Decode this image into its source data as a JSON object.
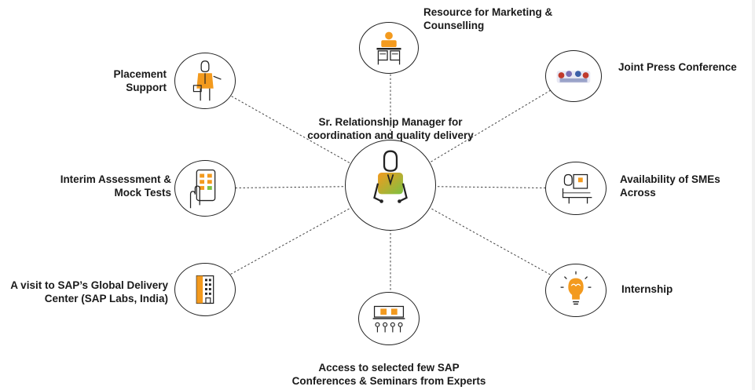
{
  "center": {
    "label_line1": "Sr. Relationship Manager for",
    "label_line2": "coordination and quality delivery",
    "icon": "manager-person-icon"
  },
  "services": [
    {
      "id": "resource-marketing",
      "line1": "Resource for Marketing &",
      "line2": "Counselling",
      "icon": "presenter-desk-icon"
    },
    {
      "id": "joint-press",
      "line1": "Joint Press Conference",
      "line2": "",
      "icon": "press-conference-icon"
    },
    {
      "id": "smes",
      "line1": "Availability of SMEs",
      "line2": "Across",
      "icon": "expert-desk-icon"
    },
    {
      "id": "internship",
      "line1": "Internship",
      "line2": "",
      "icon": "lightbulb-brain-icon"
    },
    {
      "id": "conferences",
      "line1": "Access to selected few SAP",
      "line2": "Conferences & Seminars from Experts",
      "icon": "seminar-audience-icon"
    },
    {
      "id": "visit-sap",
      "line1": "A visit to SAP’s Global Delivery",
      "line2": "Center (SAP Labs, India)",
      "icon": "office-building-icon"
    },
    {
      "id": "interim",
      "line1": "Interim Assessment &",
      "line2": "Mock Tests",
      "icon": "tablet-test-icon"
    },
    {
      "id": "placement",
      "line1": "Placement",
      "line2": "Support",
      "icon": "businessman-icon"
    }
  ],
  "colors": {
    "orange": "#f39a1e",
    "green": "#7cc142",
    "outline": "#222222",
    "connector": "#444444"
  }
}
